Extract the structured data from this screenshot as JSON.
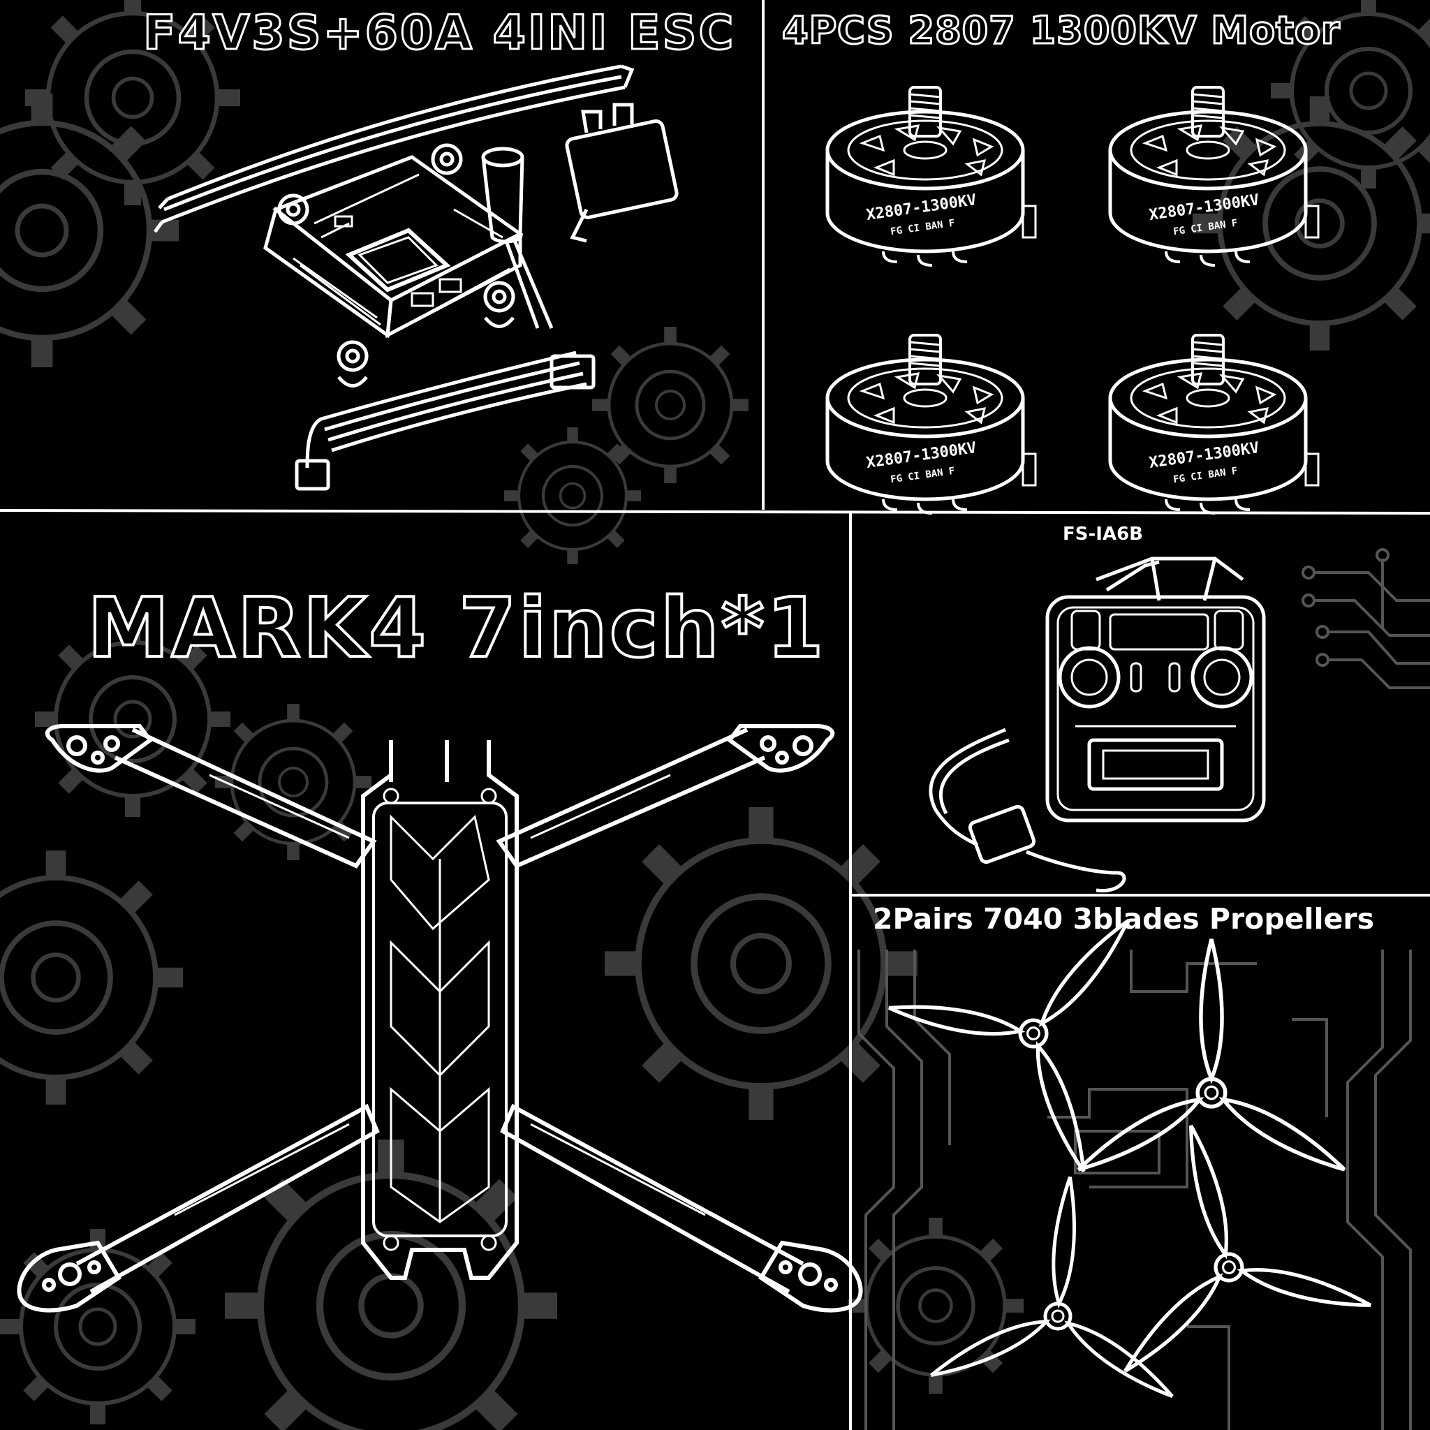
{
  "panels": {
    "esc": {
      "title": "F4V3S+60A 4INI ESC"
    },
    "motors": {
      "title": "4PCS 2807 1300KV Motor",
      "motor_labels": [
        {
          "model": "X2807-1300KV",
          "sub": "FG CI BAN F"
        },
        {
          "model": "X2807-1300KV",
          "sub": "FG CI BAN F"
        },
        {
          "model": "X2807-1300KV",
          "sub": "FG CI BAN F"
        },
        {
          "model": "X2807-1300KV",
          "sub": "FG CI BAN F"
        }
      ]
    },
    "frame": {
      "title": "MARK4 7inch*1"
    },
    "receiver": {
      "title": "FS-IA6B"
    },
    "propellers": {
      "title": "2Pairs 7040 3blades Propellers"
    }
  },
  "colors": {
    "background": "#000000",
    "line": "#ffffff",
    "faint": "#3a3a3a"
  }
}
